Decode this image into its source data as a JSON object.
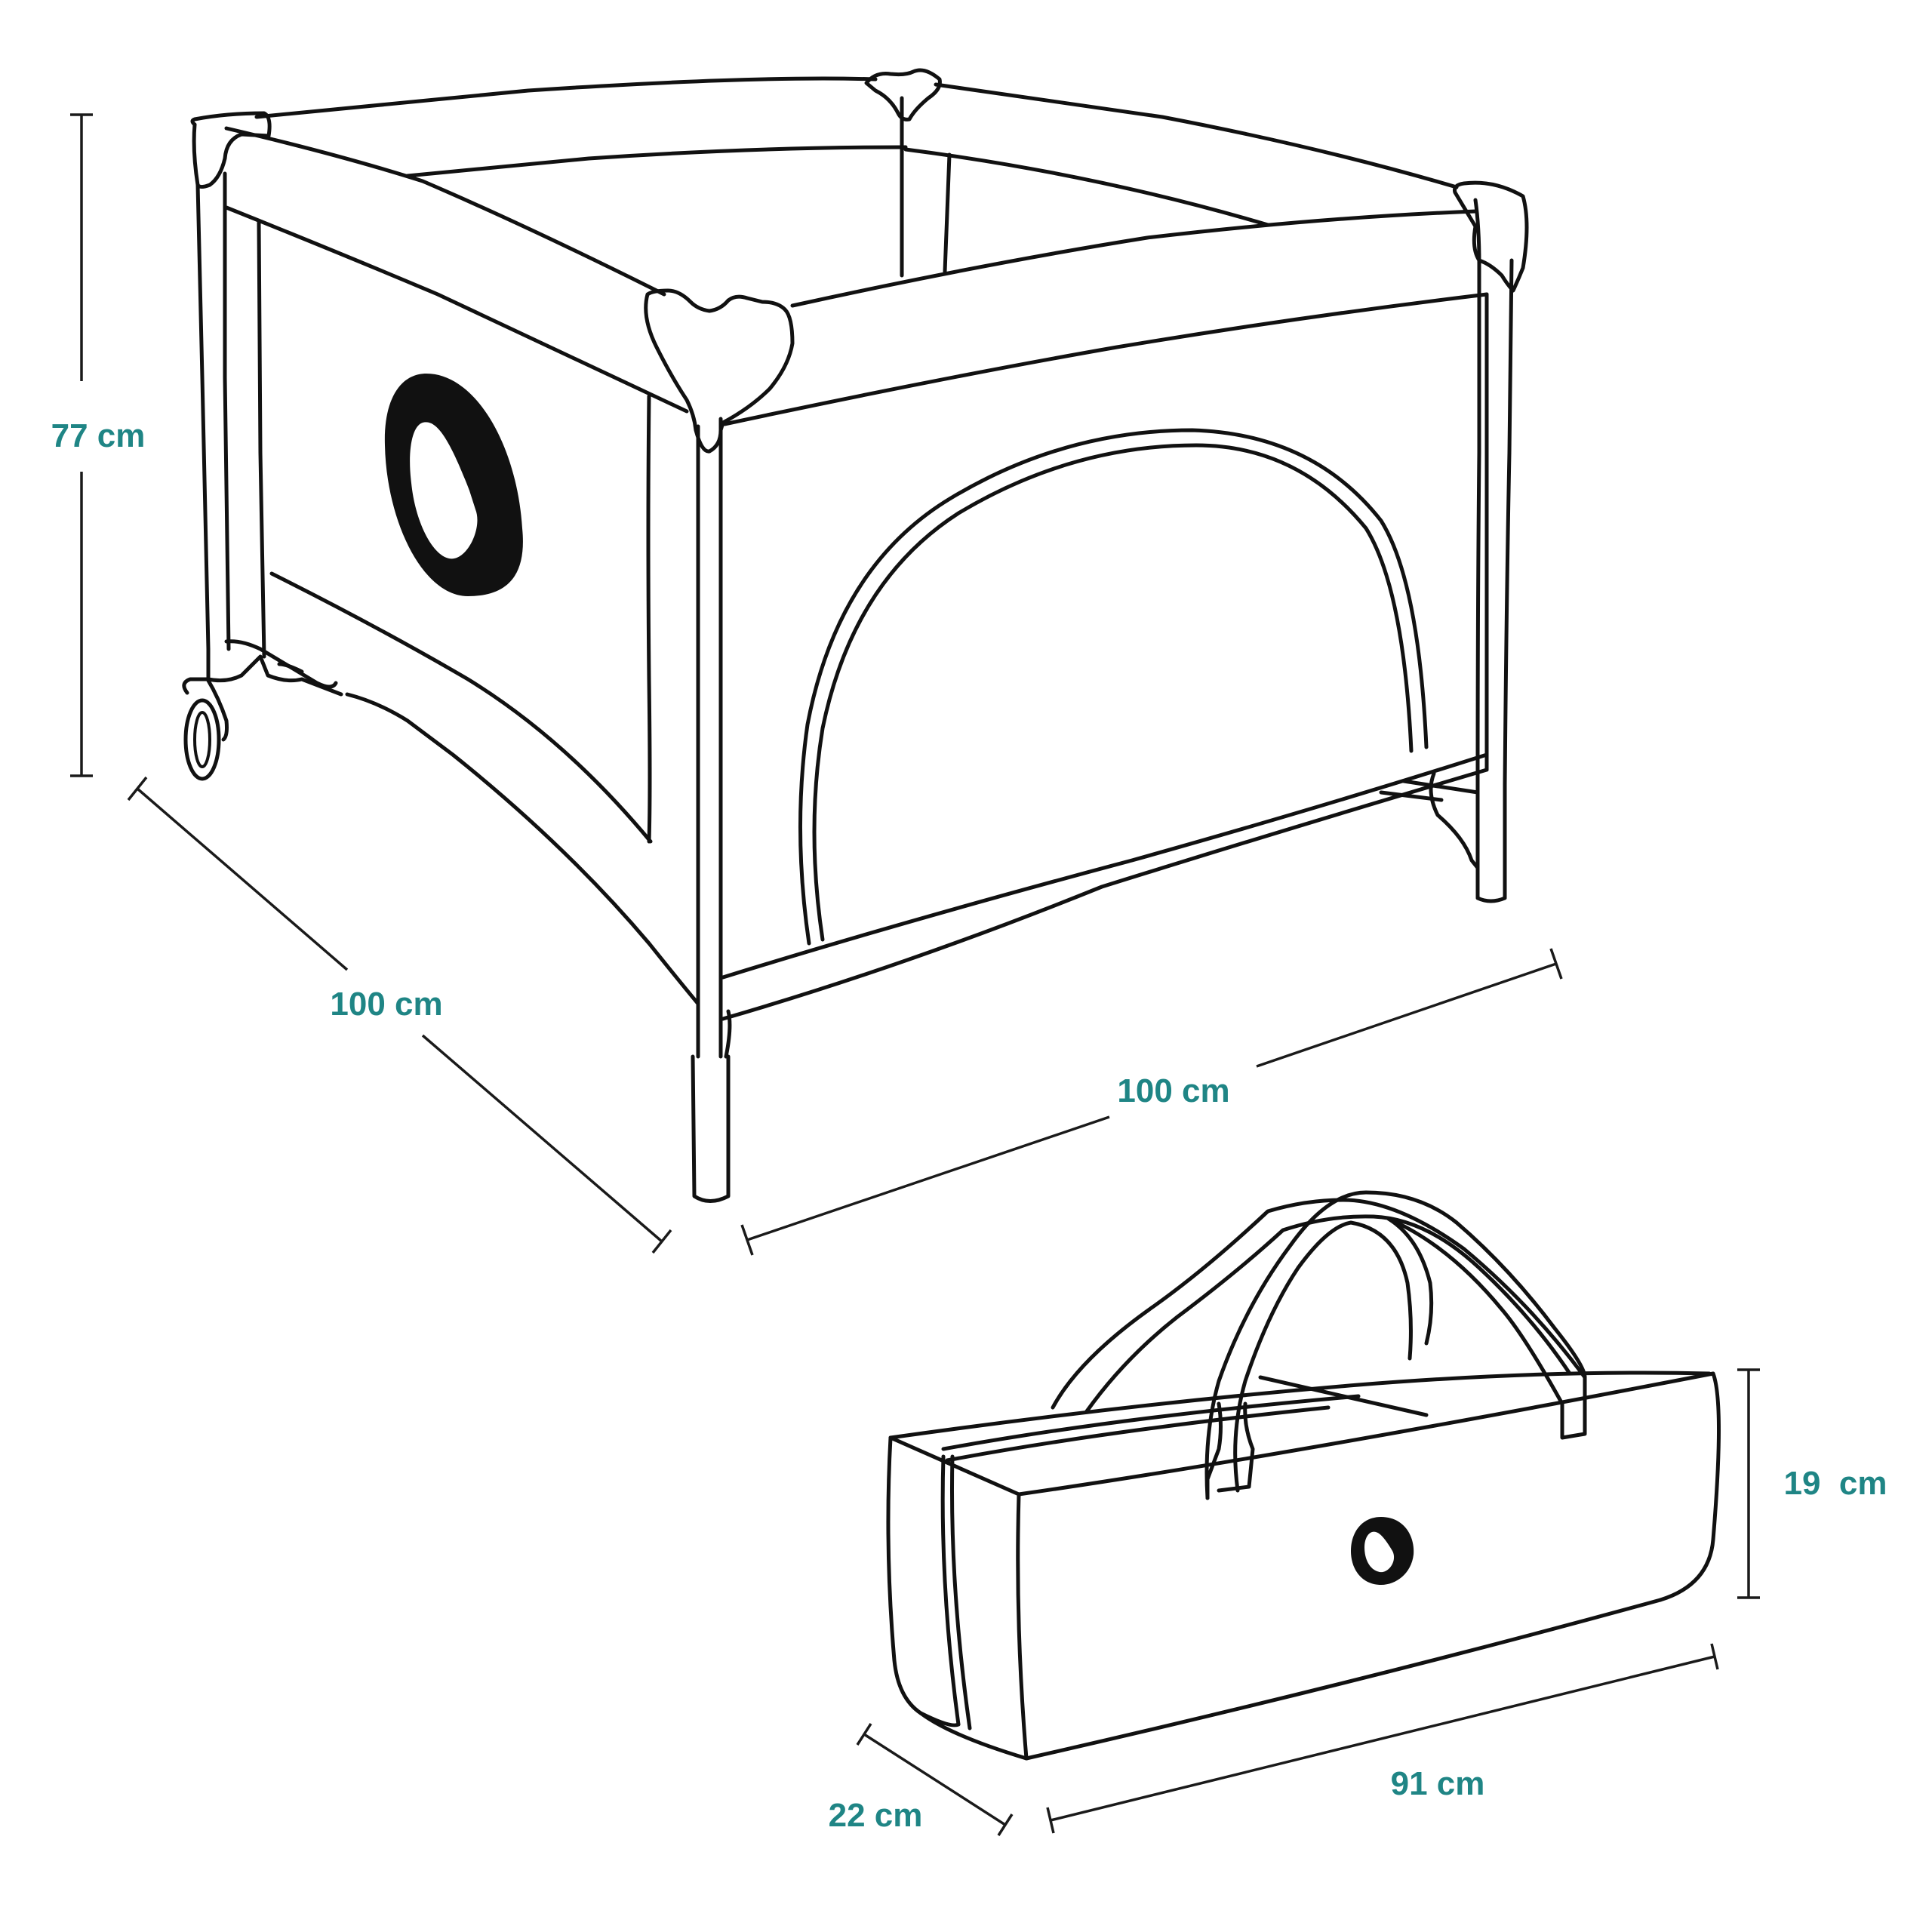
{
  "dimensions": {
    "playpen_height": "77 cm",
    "playpen_depth": "100 cm",
    "playpen_width": "100 cm",
    "bag_height": "19  cm",
    "bag_depth": "22 cm",
    "bag_length": "91 cm"
  },
  "colors": {
    "label": "#1f8585",
    "line": "#111111",
    "background": "#ffffff"
  },
  "icons": {
    "brand_mark": "brand-logo-icon"
  }
}
